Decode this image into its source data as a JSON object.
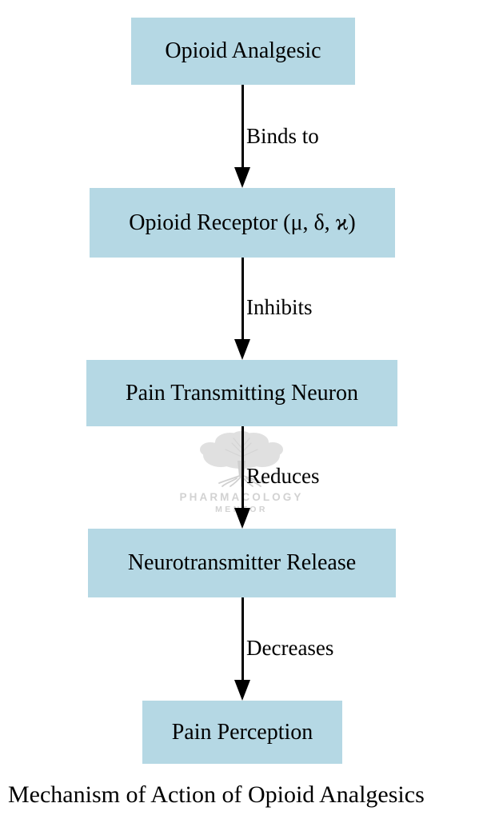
{
  "diagram": {
    "type": "flowchart",
    "orientation": "top-to-bottom",
    "caption": "Mechanism of Action of Opioid Analgesics",
    "node_fill_color": "#b5d8e4",
    "text_color": "#000000",
    "background_color": "#ffffff",
    "nodes": [
      {
        "id": "n1",
        "label": "Opioid Analgesic"
      },
      {
        "id": "n2",
        "label": "Opioid Receptor (μ, δ, ϰ)"
      },
      {
        "id": "n3",
        "label": "Pain Transmitting Neuron"
      },
      {
        "id": "n4",
        "label": "Neurotransmitter Release"
      },
      {
        "id": "n5",
        "label": "Pain Perception"
      }
    ],
    "edges": [
      {
        "from": "n1",
        "to": "n2",
        "label": "Binds to"
      },
      {
        "from": "n2",
        "to": "n3",
        "label": "Inhibits"
      },
      {
        "from": "n3",
        "to": "n4",
        "label": "Reduces"
      },
      {
        "from": "n4",
        "to": "n5",
        "label": "Decreases"
      }
    ]
  },
  "watermark": {
    "icon": "tree-logo-icon",
    "line1": "PHARMACOLOGY",
    "line2": "MENTOR",
    "color": "#d2d2d2"
  }
}
